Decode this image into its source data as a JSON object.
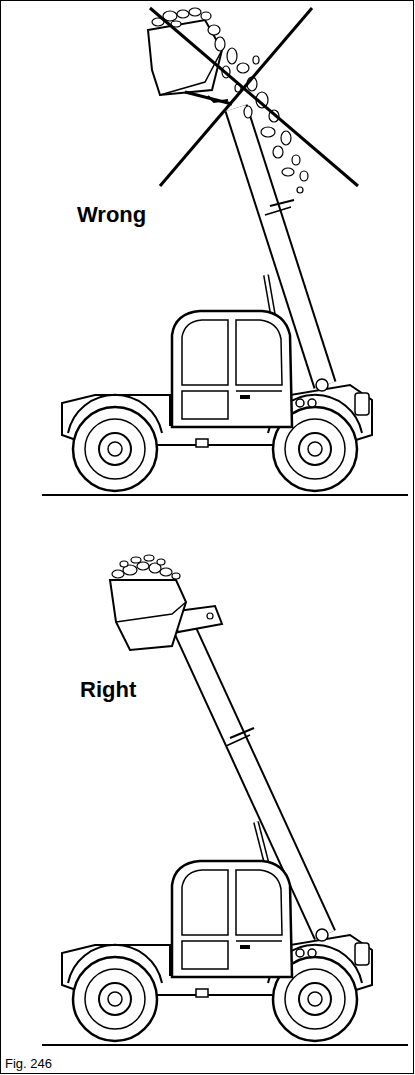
{
  "diagram": {
    "caption": "Fig. 246",
    "labels": [
      "Wrong",
      "Right"
    ]
  }
}
